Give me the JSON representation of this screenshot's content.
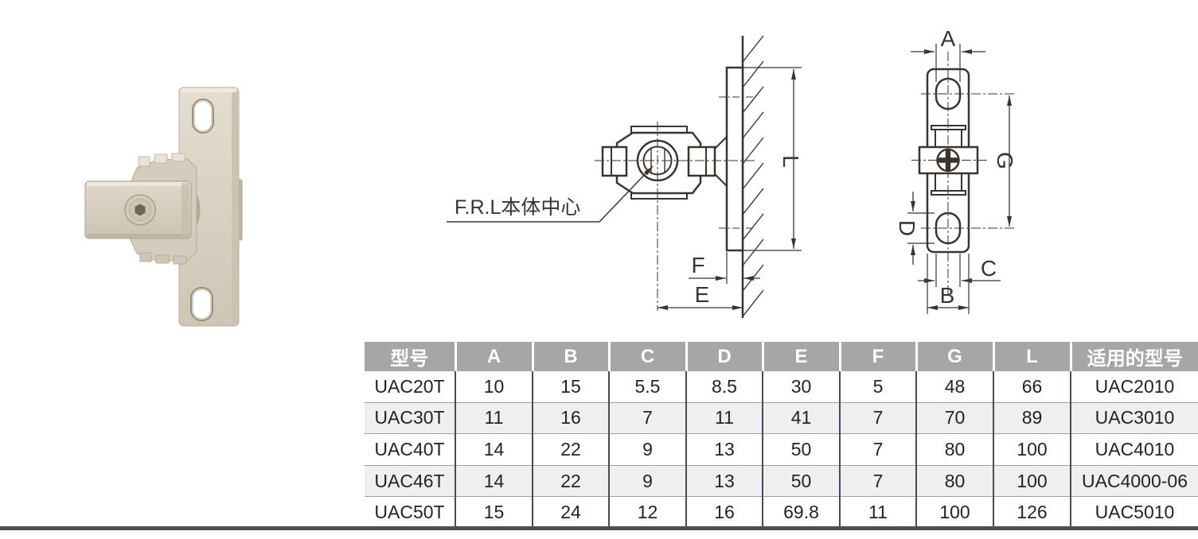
{
  "photo": {
    "description": "product-photo-of-T-bracket",
    "colors": {
      "body_light": "#e6e0d4",
      "body_mid": "#d6cfc0",
      "body_dark": "#b7ae9c",
      "socket": "#6e6555"
    }
  },
  "drawing": {
    "frl_label": "F.R.L本体中心",
    "line_color": "#3a332e",
    "dim_labels": {
      "A": "A",
      "B": "B",
      "C": "C",
      "D": "D",
      "E": "E",
      "F": "F",
      "G": "G",
      "L": "L"
    }
  },
  "table": {
    "headers": [
      "型号",
      "A",
      "B",
      "C",
      "D",
      "E",
      "F",
      "G",
      "L",
      "适用的型号"
    ],
    "rows": [
      [
        "UAC20T",
        "10",
        "15",
        "5.5",
        "8.5",
        "30",
        "5",
        "48",
        "66",
        "UAC2010"
      ],
      [
        "UAC30T",
        "11",
        "16",
        "7",
        "11",
        "41",
        "7",
        "70",
        "89",
        "UAC3010"
      ],
      [
        "UAC40T",
        "14",
        "22",
        "9",
        "13",
        "50",
        "7",
        "80",
        "100",
        "UAC4010"
      ],
      [
        "UAC46T",
        "14",
        "22",
        "9",
        "13",
        "50",
        "7",
        "80",
        "100",
        "UAC4000-06"
      ],
      [
        "UAC50T",
        "15",
        "24",
        "12",
        "16",
        "69.8",
        "11",
        "100",
        "126",
        "UAC5010"
      ]
    ],
    "style": {
      "header_bg": "#a6a6a6",
      "header_text": "#ffffff",
      "alt_row_bg": "#efefef",
      "cell_border": "#474e53",
      "row_line": "#9e9e9e"
    }
  },
  "footer": {
    "bar_color": "#4a5156"
  }
}
